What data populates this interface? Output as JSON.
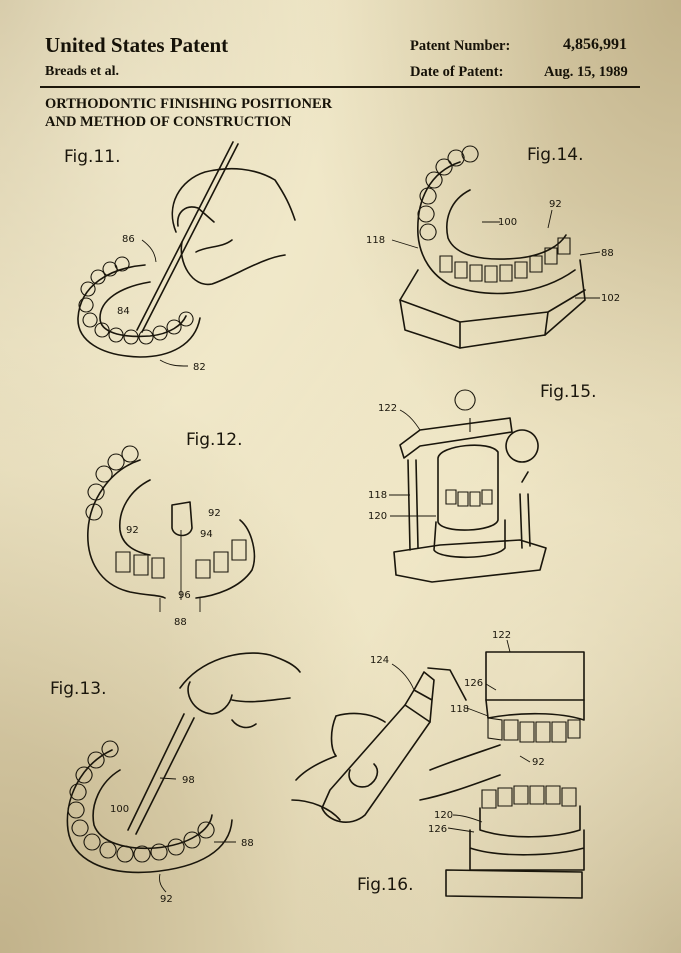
{
  "header": {
    "title": "United States Patent",
    "inventors": "Breads et al.",
    "patent_number_label": "Patent Number:",
    "patent_number": "4,856,991",
    "date_label": "Date of Patent:",
    "date": "Aug. 15, 1989"
  },
  "invention_title": {
    "line1": "ORTHODONTIC FINISHING POSITIONER",
    "line2": "AND METHOD OF CONSTRUCTION"
  },
  "figures": {
    "fig11": {
      "label": "Fig.11.",
      "refs": [
        "86",
        "84",
        "82"
      ]
    },
    "fig12": {
      "label": "Fig.12.",
      "refs": [
        "92",
        "92",
        "94",
        "96",
        "88"
      ]
    },
    "fig13": {
      "label": "Fig.13.",
      "refs": [
        "98",
        "100",
        "88",
        "92"
      ]
    },
    "fig14": {
      "label": "Fig.14.",
      "refs": [
        "100",
        "92",
        "118",
        "88",
        "102"
      ]
    },
    "fig15": {
      "label": "Fig.15.",
      "refs": [
        "122",
        "118",
        "120"
      ]
    },
    "fig16": {
      "label": "Fig.16.",
      "refs": [
        "124",
        "122",
        "126",
        "118",
        "92",
        "120",
        "126"
      ]
    }
  },
  "colors": {
    "paper": "#e9dfbd",
    "ink": "#1a160c"
  }
}
